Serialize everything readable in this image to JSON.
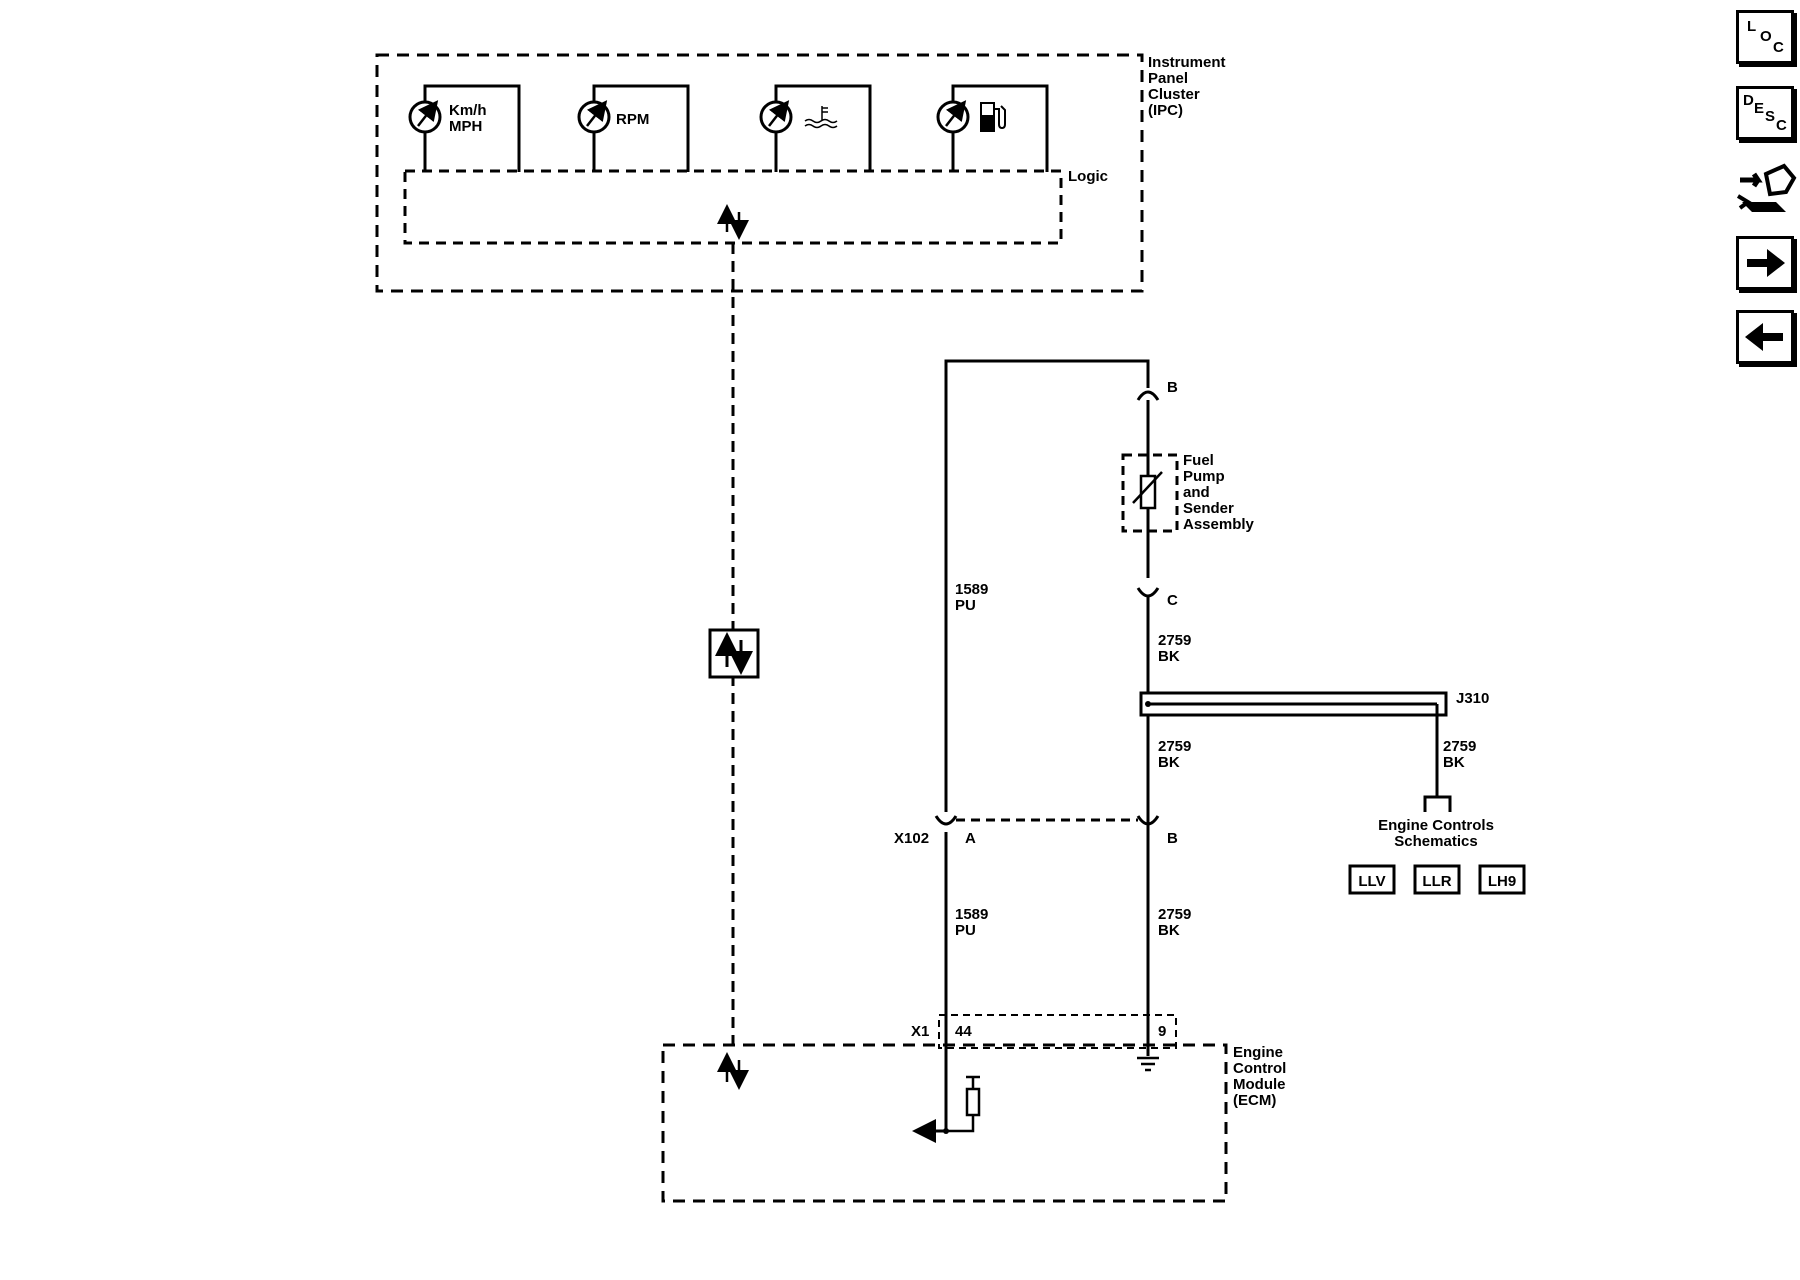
{
  "ipc": {
    "name": [
      "Instrument",
      "Panel",
      "Cluster",
      "(IPC)"
    ],
    "gauges": [
      {
        "id": "speed",
        "label": [
          "Km/h",
          "MPH"
        ]
      },
      {
        "id": "rpm",
        "label": [
          "RPM"
        ]
      },
      {
        "id": "temp",
        "label": []
      },
      {
        "id": "fuel",
        "label": []
      }
    ],
    "logic_label": "Logic"
  },
  "sensor": {
    "name": [
      "Fuel",
      "Pump",
      "and",
      "Sender",
      "Assembly"
    ],
    "pin_top": "B",
    "pin_bottom": "C"
  },
  "wires": {
    "signal_upper": [
      "1589",
      "PU"
    ],
    "signal_lower": [
      "1589",
      "PU"
    ],
    "ground_upper": [
      "2759",
      "BK"
    ],
    "ground_mid": [
      "2759",
      "BK"
    ],
    "ground_branch": [
      "2759",
      "BK"
    ],
    "ground_lower": [
      "2759",
      "BK"
    ]
  },
  "splice": {
    "name": "J310"
  },
  "connector_x102": {
    "name": "X102",
    "pin_a": "A",
    "pin_b": "B"
  },
  "connector_x1": {
    "name": "X1",
    "pin_44": "44",
    "pin_9": "9"
  },
  "ecm": {
    "name": [
      "Engine",
      "Control",
      "Module",
      "(ECM)"
    ]
  },
  "engine_ref": {
    "label": [
      "Engine Controls",
      "Schematics"
    ],
    "buttons": [
      "LLV",
      "LLR",
      "LH9"
    ]
  },
  "side_buttons": [
    {
      "id": "loc",
      "letters": [
        "L",
        "O",
        "C"
      ],
      "icon": "location-icon"
    },
    {
      "id": "desc",
      "letters": [
        "D",
        "E",
        "S",
        "C"
      ],
      "icon": "description-icon"
    },
    {
      "id": "connector",
      "icon": "connector-tool-icon"
    },
    {
      "id": "next",
      "icon": "arrow-right-icon"
    },
    {
      "id": "prev",
      "icon": "arrow-left-icon"
    }
  ]
}
